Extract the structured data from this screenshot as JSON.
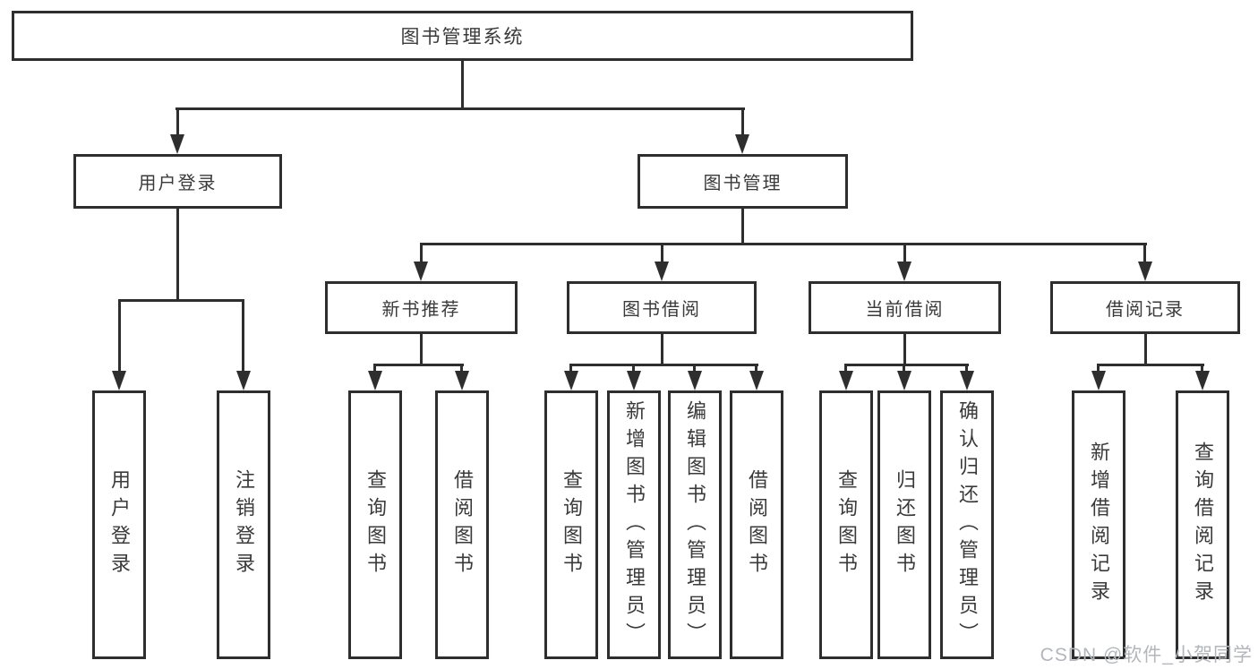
{
  "diagram_title": "图书管理系统",
  "nodes": {
    "root": "图书管理系统",
    "user_login_group": "用户登录",
    "book_management": "图书管理",
    "new_book_recommend": "新书推荐",
    "book_borrowing": "图书借阅",
    "current_borrowing": "当前借阅",
    "borrowing_records": "借阅记录",
    "ul_user_login": "用户登录",
    "ul_logout": "注销登录",
    "nb_query_books": "查询图书",
    "nb_borrow_books": "借阅图书",
    "bb_query_books": "查询图书",
    "bb_add_books": "新增图书（管理员）",
    "bb_edit_books": "编辑图书（管理员）",
    "bb_borrow_books": "借阅图书",
    "cb_query_books": "查询图书",
    "cb_return_books": "归还图书",
    "cb_confirm_return": "确认归还（管理员）",
    "br_add_record": "新增借阅记录",
    "br_query_record": "查询借阅记录"
  },
  "watermark": "CSDN @软件_小贺同学",
  "colors": {
    "line": "#2e2e2e",
    "text": "#3a3a3a",
    "watermark": "#b3b6bb",
    "background": "#ffffff"
  }
}
